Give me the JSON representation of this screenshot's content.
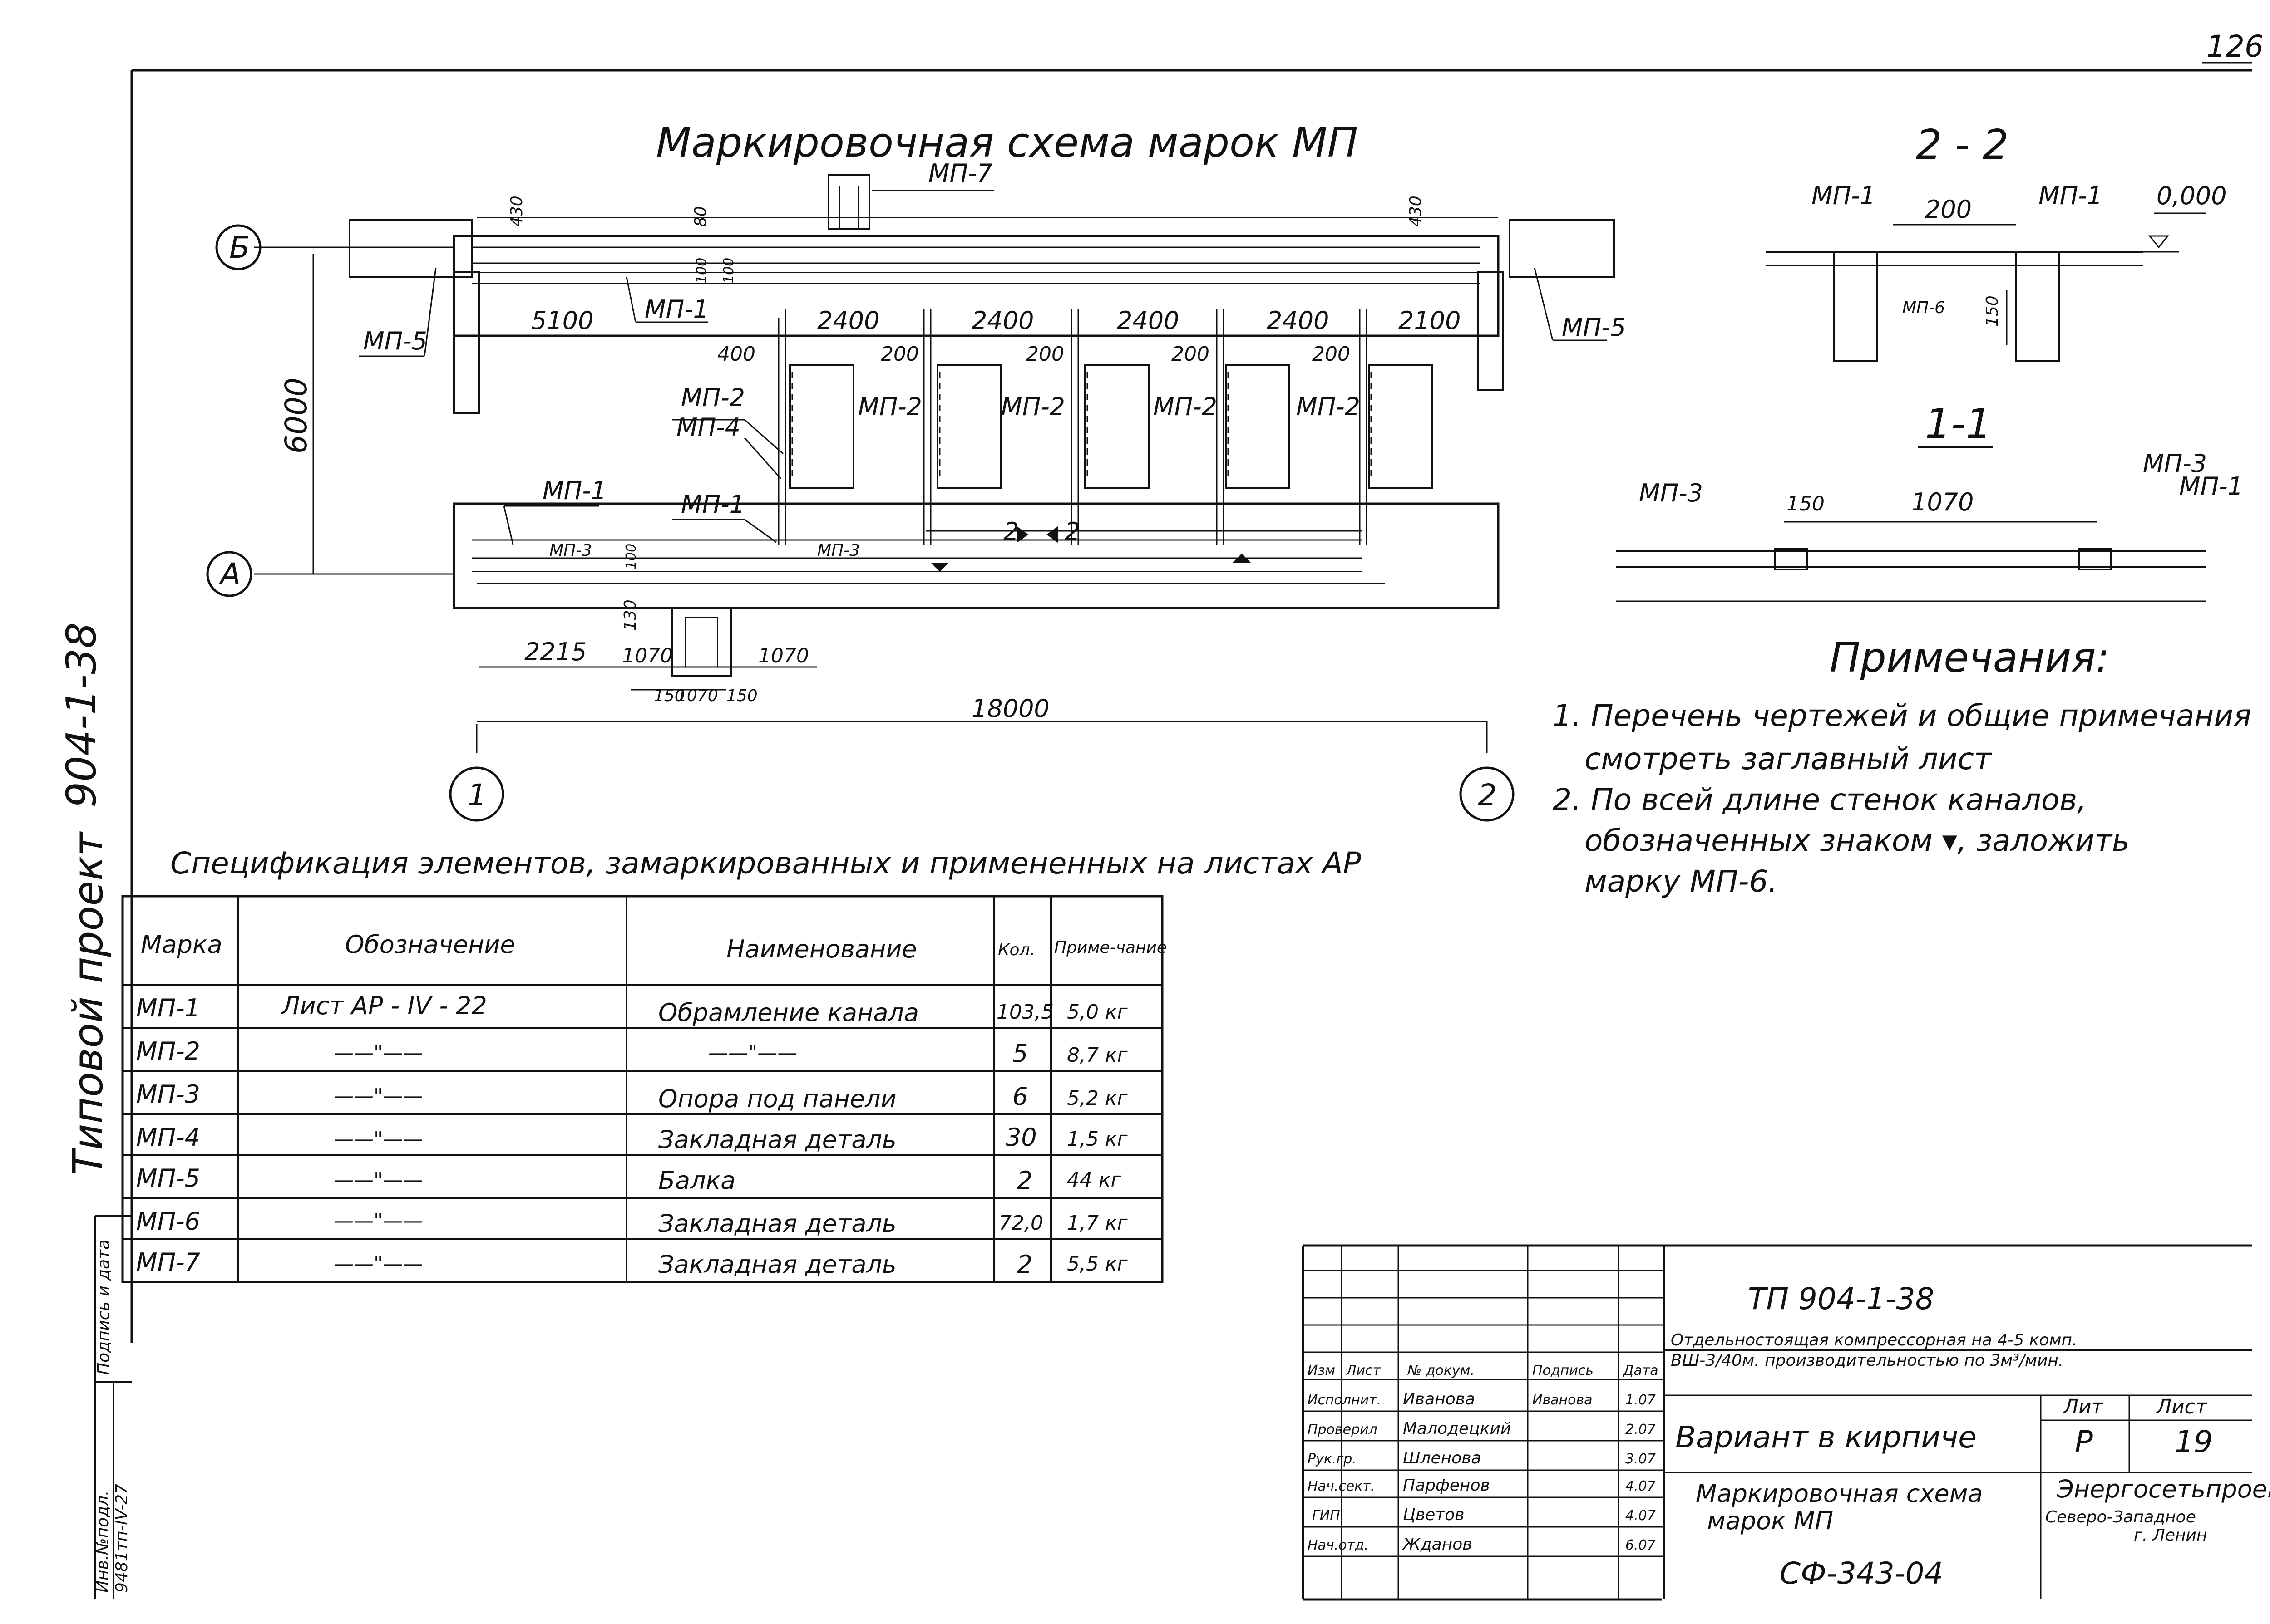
{
  "page_number": "126",
  "margin_title": "904-1-38",
  "margin_project_type": "Типовой проект",
  "margin_stamp": {
    "sign_label": "Подпись и дата",
    "inv_label": "Инв.№подл.",
    "inv_value": "9481тп-IV-27"
  },
  "plan": {
    "title": "Маркировочная схема марок МП",
    "axes": {
      "b": "Б",
      "a": "А",
      "n1": "1",
      "n2": "2"
    },
    "marks": {
      "mp1": "МП-1",
      "mp2": "МП-2",
      "mp3": "МП-3",
      "mp4": "МП-4",
      "mp5": "МП-5",
      "mp7": "МП-7"
    },
    "dims": {
      "d430": "430",
      "d80": "80",
      "d100": "100",
      "d5100": "5100",
      "d2400": "2400",
      "d2100": "2100",
      "d400": "400",
      "d200": "200",
      "d6000": "6000",
      "d2215": "2215",
      "d1070": "1070",
      "d150": "150",
      "d130": "130",
      "d18000": "18000",
      "s2": "2"
    }
  },
  "section_22": {
    "title": "2 - 2",
    "mp1": "МП-1",
    "mp6": "МП-6",
    "dim200": "200",
    "dim150": "150",
    "level": "0,000"
  },
  "section_11": {
    "title": "1-1",
    "mp3": "МП-3",
    "mp1": "МП-1",
    "dim150": "150",
    "dim1070": "1070"
  },
  "notes": {
    "title": "Примечания:",
    "items": [
      "1. Перечень чертежей и общие примечания",
      "смотреть заглавный лист",
      "2. По всей длине стенок каналов,",
      "обозначенных знаком ▾, заложить",
      "марку МП-6."
    ]
  },
  "spec": {
    "title": "Спецификация элементов, замаркированных и примененных на листах АР",
    "headers": [
      "Марка",
      "Обозначение",
      "Наименование",
      "Кол.",
      "Приме-чание"
    ],
    "rows": [
      [
        "МП-1",
        "Лист АР - IV - 22",
        "Обрамление канала",
        "103,5",
        "5,0 кг"
      ],
      [
        "МП-2",
        "——\"——",
        "——\"——",
        "5",
        "8,7 кг"
      ],
      [
        "МП-3",
        "——\"——",
        "Опора под панели",
        "6",
        "5,2 кг"
      ],
      [
        "МП-4",
        "——\"——",
        "Закладная деталь",
        "30",
        "1,5 кг"
      ],
      [
        "МП-5",
        "——\"——",
        "Балка",
        "2",
        "44 кг"
      ],
      [
        "МП-6",
        "——\"——",
        "Закладная деталь",
        "72,0",
        "1,7 кг"
      ],
      [
        "МП-7",
        "——\"——",
        "Закладная деталь",
        "2",
        "5,5 кг"
      ]
    ]
  },
  "title_block": {
    "code": "ТП 904-1-38",
    "desc_line1": "Отдельностоящая компрессорная на 4-5 комп.",
    "desc_line2": "ВШ-3/40м. производительностью по 3м³/мин.",
    "col_heads": [
      "Изм",
      "Лист",
      "№ докум.",
      "Подпись",
      "Дата"
    ],
    "people": [
      {
        "role": "Исполнит.",
        "name": "Иванова",
        "sign": "Иванова",
        "date": "1.07"
      },
      {
        "role": "Проверил",
        "name": "Малодецкий",
        "sign": "",
        "date": "2.07"
      },
      {
        "role": "Рук.гр.",
        "name": "Шленова",
        "sign": "",
        "date": "3.07"
      },
      {
        "role": "Нач.сект.",
        "name": "Парфенов",
        "sign": "",
        "date": "4.07"
      },
      {
        "role": "ГИП",
        "name": "Цветов",
        "sign": "",
        "date": "4.07"
      },
      {
        "role": "Нач.отд.",
        "name": "Жданов",
        "sign": "",
        "date": "6.07"
      }
    ],
    "variant": "Вариант в кирпиче",
    "lit_label": "Лит",
    "lit_value": "Р",
    "sheet_label": "Лист",
    "sheet_value": "19",
    "drawing_name_1": "Маркировочная схема",
    "drawing_name_2": "марок МП",
    "org_1": "Энергосетьпроект",
    "org_2": "Северо-Западное",
    "org_3": "г. Ленин",
    "stamp_code": "СФ-343-04"
  }
}
